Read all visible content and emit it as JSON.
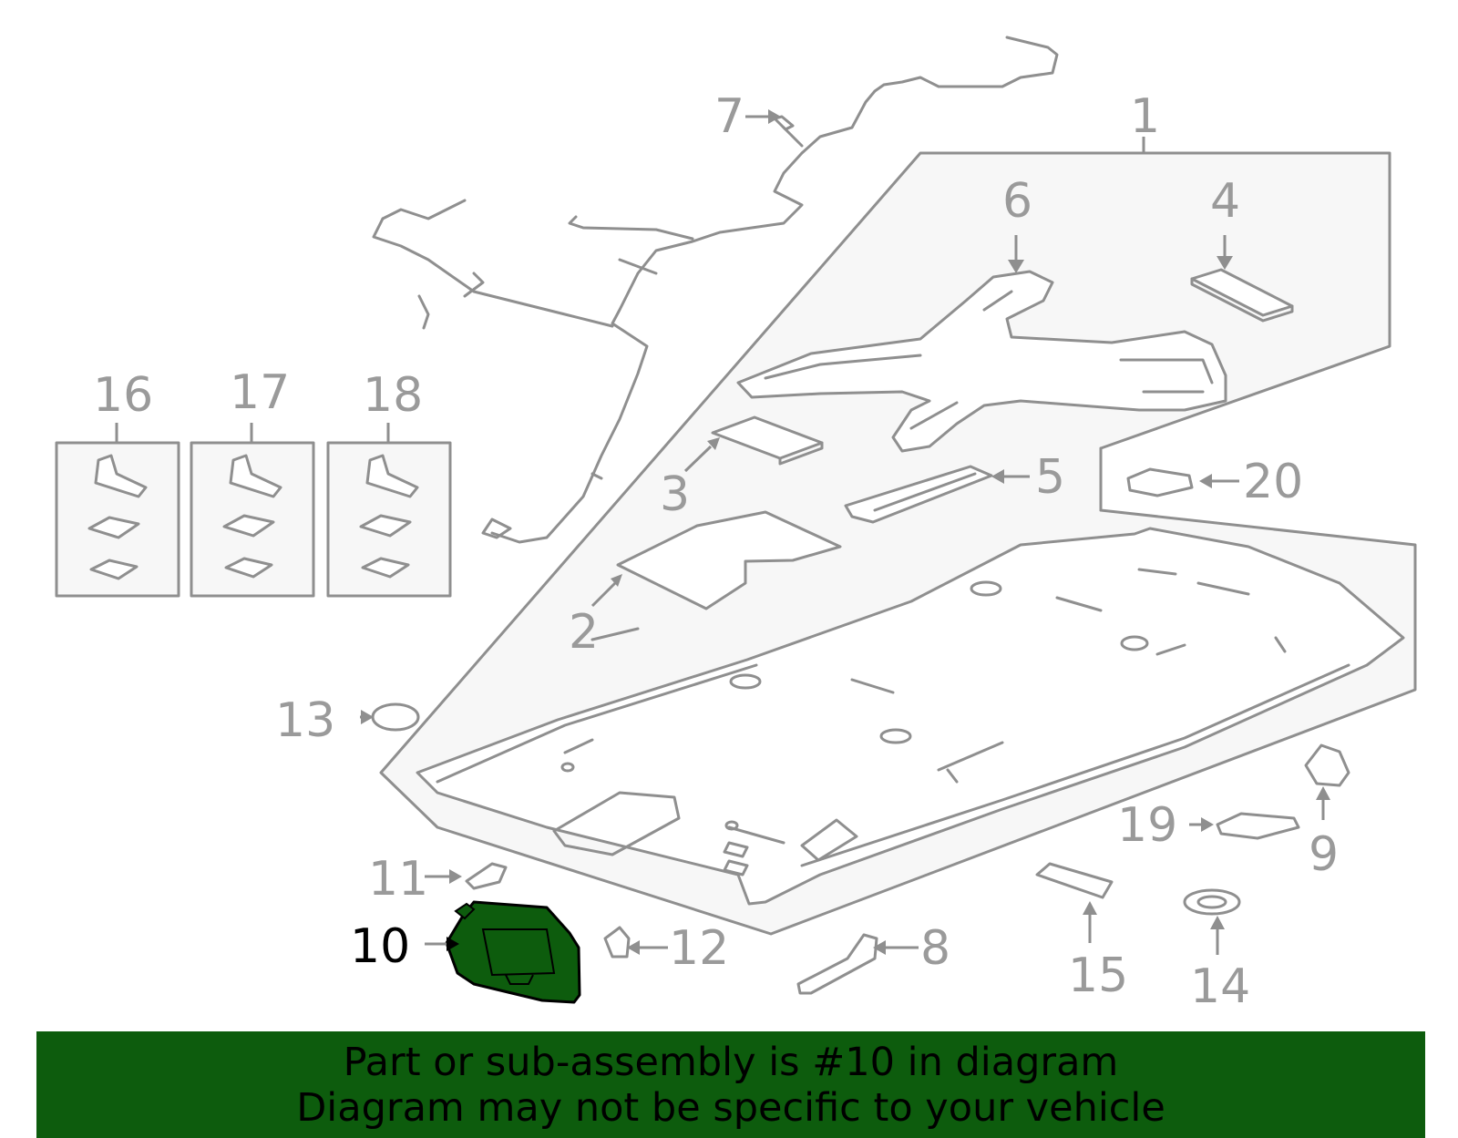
{
  "callouts": {
    "c1": "1",
    "c2": "2",
    "c3": "3",
    "c4": "4",
    "c5": "5",
    "c6": "6",
    "c7": "7",
    "c8": "8",
    "c9": "9",
    "c10": "10",
    "c11": "11",
    "c12": "12",
    "c13": "13",
    "c14": "14",
    "c15": "15",
    "c16": "16",
    "c17": "17",
    "c18": "18",
    "c19": "19",
    "c20": "20"
  },
  "highlighted_part": "10",
  "colors": {
    "highlight": "#0d5c0d",
    "line": "#8f8f8f",
    "label": "#9a9a9a",
    "banner_bg": "#0d5c0d"
  },
  "banner": {
    "line1": "Part or sub-assembly is #10 in diagram",
    "line2": "Diagram may not be specific to your vehicle"
  }
}
